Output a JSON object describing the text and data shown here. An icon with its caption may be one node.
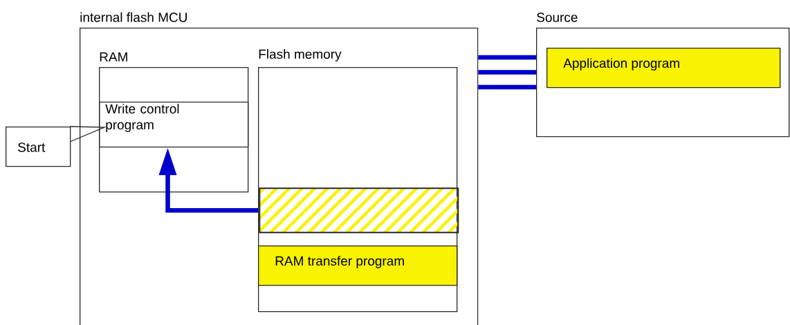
{
  "diagram": {
    "nodes": [
      {
        "text": [
          "internal flash MCU"
        ]
      },
      {
        "text": [
          "RAM"
        ],
        "in": 0
      },
      {
        "text": [
          "Write control program"
        ],
        "in": 1
      },
      {
        "text": [
          "Flash memory"
        ],
        "in": 0
      },
      {
        "text": [],
        "shape": "box",
        "in": 3
      },
      {
        "text": [
          "RAM transfer program"
        ],
        "in": 3
      },
      {
        "text": [
          "Start"
        ]
      },
      {
        "text": [
          "Source"
        ]
      },
      {
        "text": [
          "Application program"
        ],
        "in": 7
      }
    ],
    "edges": [
      {
        "from": 4,
        "to": 2,
        "arrow": "to"
      },
      {
        "from": 0,
        "to": 7,
        "arrow": "none"
      },
      {
        "from": 0,
        "to": 7,
        "arrow": "none"
      },
      {
        "from": 0,
        "to": 7,
        "arrow": "none"
      }
    ]
  }
}
